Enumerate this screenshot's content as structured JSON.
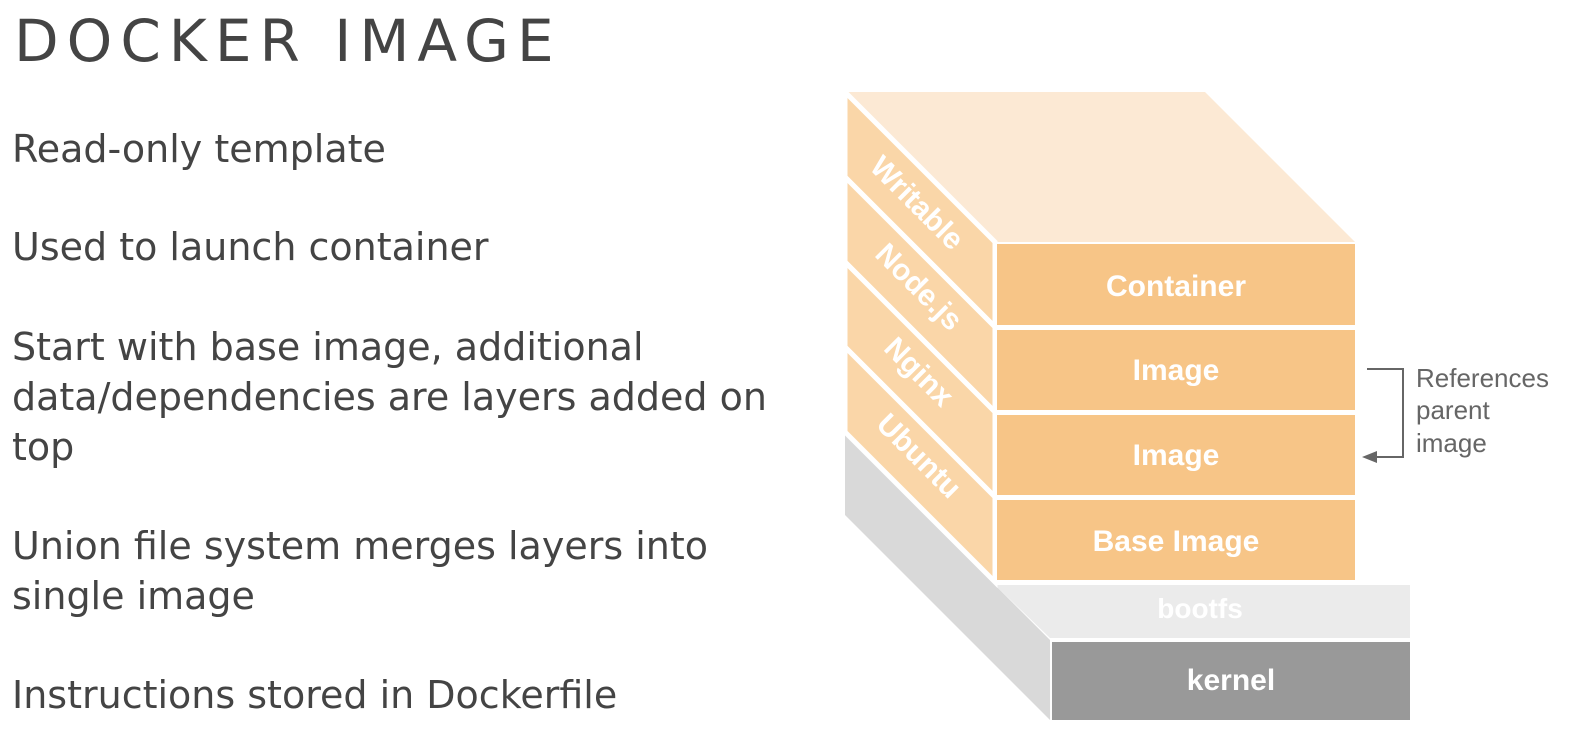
{
  "title": "DOCKER IMAGE",
  "bullets": [
    "Read-only template",
    "Used to launch container",
    "Start with base image, additional data/dependencies are layers added on top",
    "Union file system merges layers into single image",
    "Instructions stored in Dockerfile"
  ],
  "diagram": {
    "front_layers": [
      "Container",
      "Image",
      "Image",
      "Base Image"
    ],
    "side_labels": [
      "Writable",
      "Node.js",
      "Nginx",
      "Ubuntu"
    ],
    "bootfs_label": "bootfs",
    "kernel_label": "kernel",
    "reference_note": [
      "References",
      "parent",
      "image"
    ],
    "colors": {
      "front": "#f7c587",
      "side": "#fad6a8",
      "top": "#fce9d4",
      "bootfs": "#ebebeb",
      "base_side": "#d9d9d9",
      "kernel": "#999999",
      "text_dark": "#444444",
      "note": "#666666"
    }
  }
}
